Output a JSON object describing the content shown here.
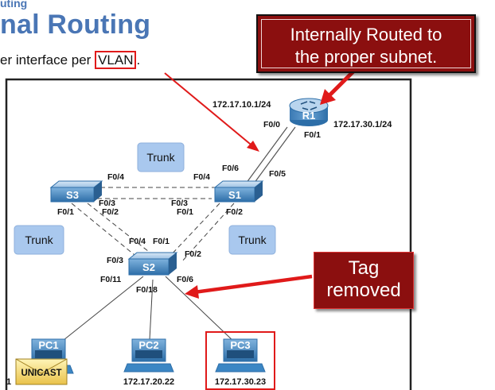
{
  "header": {
    "small": "uting",
    "title": "nal Routing",
    "subtitle_prefix": "er interface per ",
    "subtitle_highlight": "VLAN",
    "subtitle_suffix": "."
  },
  "callouts": {
    "routed": [
      "Internally Routed to",
      "the proper subnet."
    ],
    "tag": [
      "Tag",
      "removed"
    ]
  },
  "router": {
    "name": "R1",
    "ip_left": "172.17.10.1/24",
    "ip_right": "172.17.30.1/24",
    "port_f00": "F0/0",
    "port_f01": "F0/1"
  },
  "switches": {
    "s1": "S1",
    "s2": "S2",
    "s3": "S3"
  },
  "trunks": [
    "Trunk",
    "Trunk",
    "Trunk"
  ],
  "ports": {
    "s1_f06": "F0/6",
    "s1_f05": "F0/5",
    "s1_f04": "F0/4",
    "s1_f03": "F0/3",
    "s1_f01": "F0/1",
    "s1_f02": "F0/2",
    "s3_f04": "F0/4",
    "s3_f03": "F0/3",
    "s3_f01": "F0/1",
    "s3_f02": "F0/2",
    "s2_f04": "F0/4",
    "s2_f01": "F0/1",
    "s2_f02": "F0/2",
    "s2_f03": "F0/3",
    "s2_f011": "F0/11",
    "s2_f018": "F0/18",
    "s2_f06": "F0/6"
  },
  "pcs": [
    {
      "name": "PC1",
      "ip": "1"
    },
    {
      "name": "PC2",
      "ip": "172.17.20.22"
    },
    {
      "name": "PC3",
      "ip": "172.17.30.23"
    }
  ],
  "unicast": "UNICAST",
  "colors": {
    "title_blue": "#4a76b5",
    "callout_red": "#8b0f0f",
    "highlight_red": "#e01a1a",
    "device_blue": "#3b86c4",
    "trunk_box": "#a9c8ee"
  }
}
